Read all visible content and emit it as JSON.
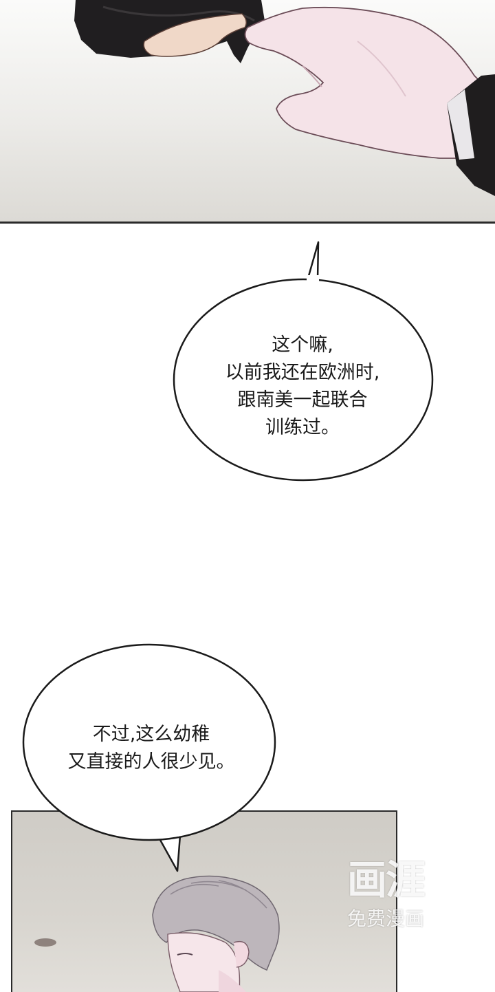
{
  "panels": {
    "top": {
      "content": "hands-holding-black-fabric"
    },
    "bottom": {
      "content": "silver-haired-man-profile"
    }
  },
  "bubbles": [
    {
      "text": "这个嘛,\n以前我还在欧洲时,\n跟南美一起联合\n训练过。"
    },
    {
      "text": "不过,这么幼稚\n又直接的人很少见。"
    }
  ],
  "watermark": {
    "logo": "画涯",
    "subtitle": "免费漫画"
  },
  "colors": {
    "ink": "#1a1a1a",
    "hair": "#b9b3b8",
    "skin": "#f3e2e6",
    "cloth": "#1f1d1e"
  }
}
